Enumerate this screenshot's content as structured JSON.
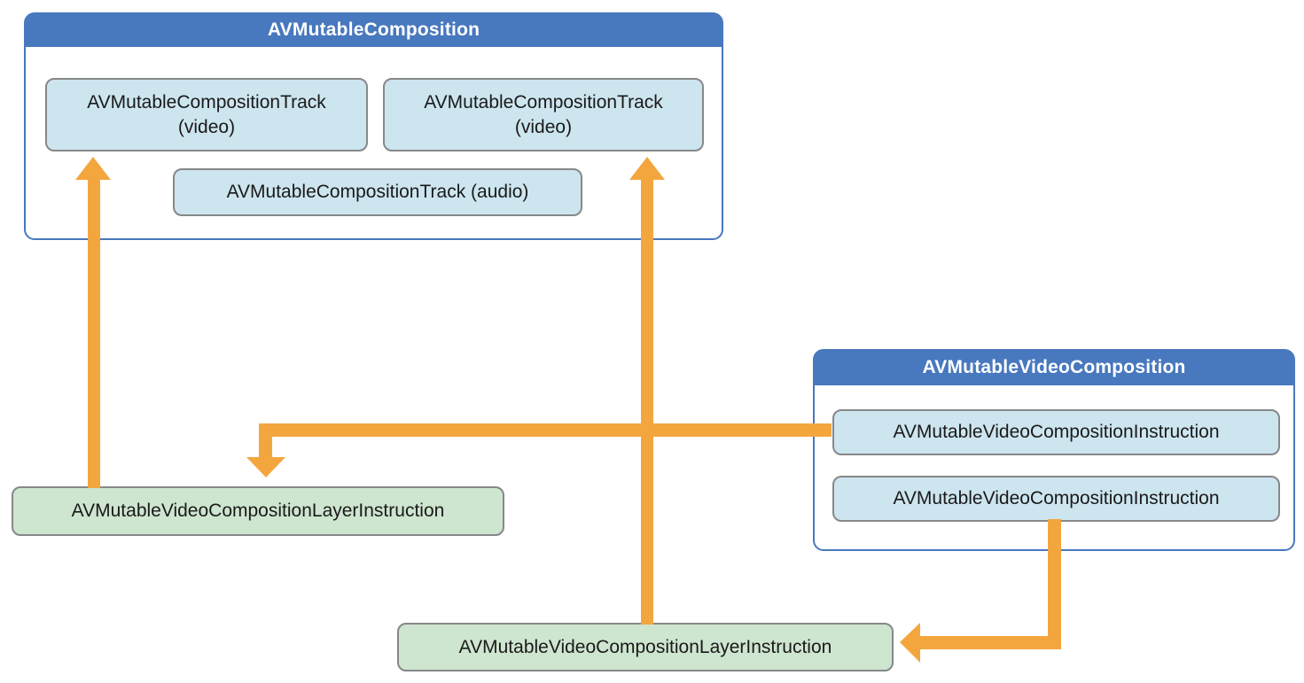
{
  "colors": {
    "header_blue": "#4878BE",
    "container_border": "#4878BE",
    "blue_box_fill": "#CDE5EF",
    "box_border": "#868889",
    "green_box_fill": "#CEE5CF",
    "arrow_orange": "#F4A63E",
    "title_text": "#FFFFFF",
    "node_text": "#1A1A1A"
  },
  "composition": {
    "title": "AVMutableComposition",
    "tracks": [
      {
        "line1": "AVMutableCompositionTrack",
        "line2": "(video)"
      },
      {
        "line1": "AVMutableCompositionTrack",
        "line2": "(video)"
      },
      {
        "label": "AVMutableCompositionTrack (audio)"
      }
    ]
  },
  "video_composition": {
    "title": "AVMutableVideoComposition",
    "instructions": [
      {
        "label": "AVMutableVideoCompositionInstruction"
      },
      {
        "label": "AVMutableVideoCompositionInstruction"
      }
    ]
  },
  "layer_instructions": {
    "left": {
      "label": "AVMutableVideoCompositionLayerInstruction"
    },
    "bottom": {
      "label": "AVMutableVideoCompositionLayerInstruction"
    }
  },
  "edges": [
    {
      "from": "layer-instruction-left",
      "to": "composition-track-video-1",
      "shape": "straight-up"
    },
    {
      "from": "layer-instruction-bottom",
      "to": "composition-track-video-2",
      "shape": "straight-up"
    },
    {
      "from": "video-composition-instruction-1",
      "to": "layer-instruction-left",
      "shape": "left-then-down"
    },
    {
      "from": "video-composition-instruction-2",
      "to": "layer-instruction-bottom",
      "shape": "down-then-left"
    }
  ]
}
